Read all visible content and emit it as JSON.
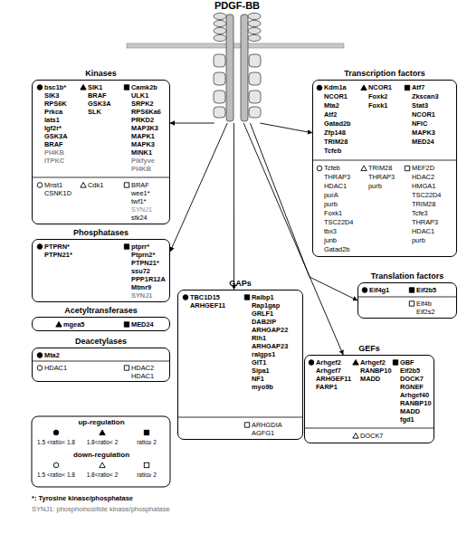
{
  "diagram": {
    "nodes": [
      {
        "text": [
          "PDGF-BB"
        ]
      },
      {
        "text": [
          "Kinases",
          "bsc1b*",
          "SIK3",
          "RPS6K",
          "Prkca",
          "lats1",
          "Igf2r*",
          "GSK3A",
          "BRAF",
          "PI4KB",
          "ITPKC",
          "SIK1",
          "BRAF",
          "GSK3A",
          "SLK",
          "Camk2b",
          "ULK1",
          "SRPK2",
          "RPS6Ka6",
          "PRKD2",
          "MAP3K3",
          "MAPK1",
          "MAPK3",
          "MINK1",
          "Pikfyve",
          "PI4KB",
          "Mnst1",
          "CSNK1D",
          "Cdk1",
          "BRAF",
          "wee1*",
          "twf1*",
          "SYNJ1",
          "stk24"
        ]
      },
      {
        "text": [
          "Transcription factors",
          "Kdm1a",
          "NCOR1",
          "Mta2",
          "Atf2",
          "Gatad2b",
          "Zfp148",
          "TRIM28",
          "Tcfeb",
          "NCOR1",
          "Foxk2",
          "Foxk1",
          "Atf7",
          "Zkscan3",
          "Stat3",
          "NCOR1",
          "NFIC",
          "MAPK3",
          "MED24",
          "Tcfeb",
          "THRAP3",
          "HDAC1",
          "purA",
          "purb",
          "Foxk1",
          "TSC22D4",
          "tbx3",
          "junb",
          "Gatad2b",
          "TRIM28",
          "THRAP3",
          "purb",
          "MEF2D",
          "HDAC2",
          "HMGA1",
          "TSC22D4",
          "TRIM28",
          "Tcfe3",
          "THRAP3",
          "HDAC1",
          "purb"
        ]
      },
      {
        "text": [
          "Phosphatases",
          "PTPRN*",
          "PTPN21*",
          "ptprr*",
          "Ptprn2*",
          "PTPN21*",
          "ssu72",
          "PPP1R12A",
          "Mtmr9",
          "SYNJ1"
        ]
      },
      {
        "text": [
          "GAPs",
          "TBC1D15",
          "ARHGEF11",
          "Ralbp1",
          "Rap1gap",
          "GRLF1",
          "DAB2IP",
          "ARHGAP22",
          "Rlh1",
          "ARHGAP23",
          "ralgps1",
          "GIT1",
          "Sipa1",
          "NF1",
          "myo9b",
          "ARHGDIA",
          "AGFG1"
        ]
      },
      {
        "text": [
          "Translation factors",
          "Eif4g1",
          "Eif2b5",
          "Eif4b",
          "Eif2s2"
        ]
      },
      {
        "text": [
          "GEFs",
          "Arhgef2",
          "Arhgef7",
          "ARHGEF11",
          "FARP1",
          "Arhgef2",
          "RANBP10",
          "MADD",
          "GBF",
          "Eif2b5",
          "DOCK7",
          "RGNEF",
          "Arhgef40",
          "RANBP10",
          "MADD",
          "fgd1",
          "DOCK7"
        ]
      },
      {
        "text": [
          "Acetyltransferases",
          "mgea5",
          "MED24"
        ]
      },
      {
        "text": [
          "Deacetylases",
          "Mta2",
          "HDAC1",
          "HDAC2",
          "HDAC1"
        ]
      }
    ],
    "edges": [
      {
        "from": 0,
        "to": 1,
        "arrow": "to"
      },
      {
        "from": 0,
        "to": 2,
        "arrow": "to"
      },
      {
        "from": 0,
        "to": 3,
        "arrow": "to"
      },
      {
        "from": 0,
        "to": 4,
        "arrow": "to"
      },
      {
        "from": 0,
        "to": 6,
        "arrow": "to"
      },
      {
        "from": 0,
        "to": 5,
        "arrow": "to"
      }
    ],
    "labels": [
      "up-regulation",
      "down-regulation",
      "*: Tyrosine kinase/phosphatase",
      "SYNJ1: phosphoinositide kinase/phosphatase"
    ],
    "legend": [
      {
        "text": "1.5 <ratio< 1.8"
      },
      {
        "text": "1.8<ratio< 2"
      },
      {
        "text": "ratio≥ 2"
      },
      {
        "text": "1.5 <ratio< 1.8"
      },
      {
        "text": "1.8<ratio< 2"
      },
      {
        "text": "ratio≥ 2"
      }
    ]
  }
}
